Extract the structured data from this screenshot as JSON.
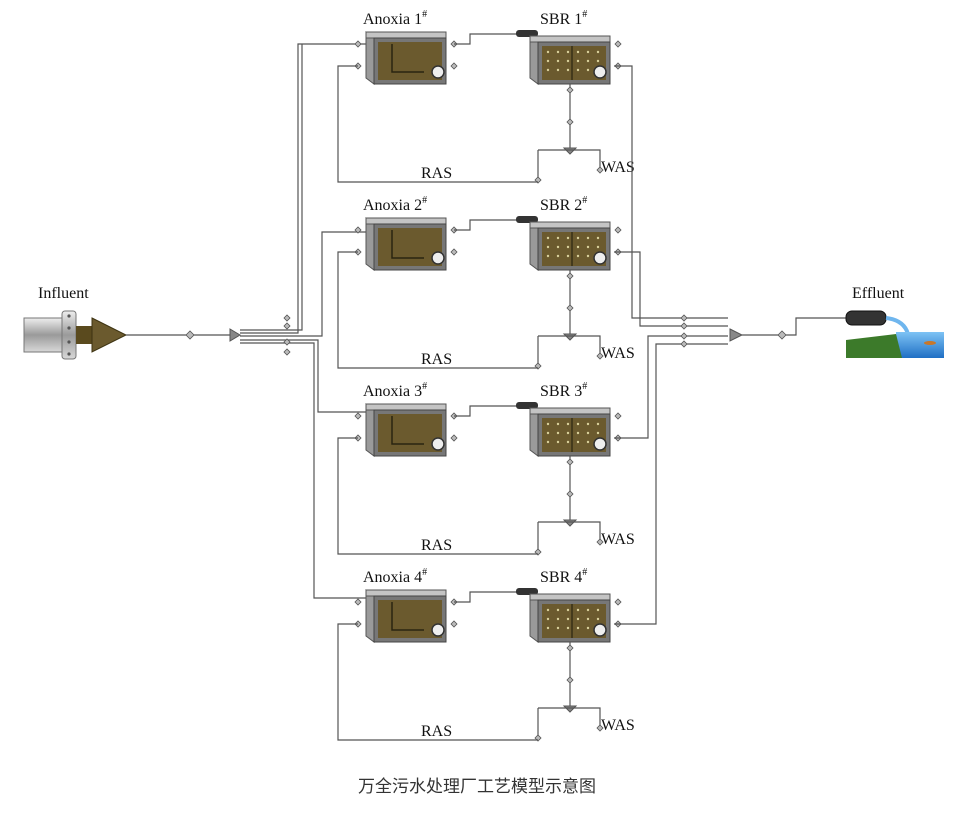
{
  "influent_label": "Influent",
  "effluent_label": "Effluent",
  "trains": [
    {
      "anoxia": "Anoxia 1",
      "anoxia_sup": "#",
      "sbr": "SBR 1",
      "sbr_sup": "#",
      "ras": "RAS",
      "was": "WAS"
    },
    {
      "anoxia": "Anoxia 2",
      "anoxia_sup": "#",
      "sbr": "SBR 2",
      "sbr_sup": "#",
      "ras": "RAS",
      "was": "WAS"
    },
    {
      "anoxia": "Anoxia 3",
      "anoxia_sup": "#",
      "sbr": "SBR 3",
      "sbr_sup": "#",
      "ras": "RAS",
      "was": "WAS"
    },
    {
      "anoxia": "Anoxia 4",
      "anoxia_sup": "#",
      "sbr": "SBR 4",
      "sbr_sup": "#",
      "ras": "RAS",
      "was": "WAS"
    }
  ],
  "caption": "万全污水处理厂工艺模型示意图",
  "colors": {
    "line": "#555555",
    "sludge": "#6b5a2e",
    "tank_frame": "#8a8a8a",
    "influent_arrow": "#5a4a1e",
    "water": "#2f7fd0",
    "grass": "#3c7a2a"
  }
}
